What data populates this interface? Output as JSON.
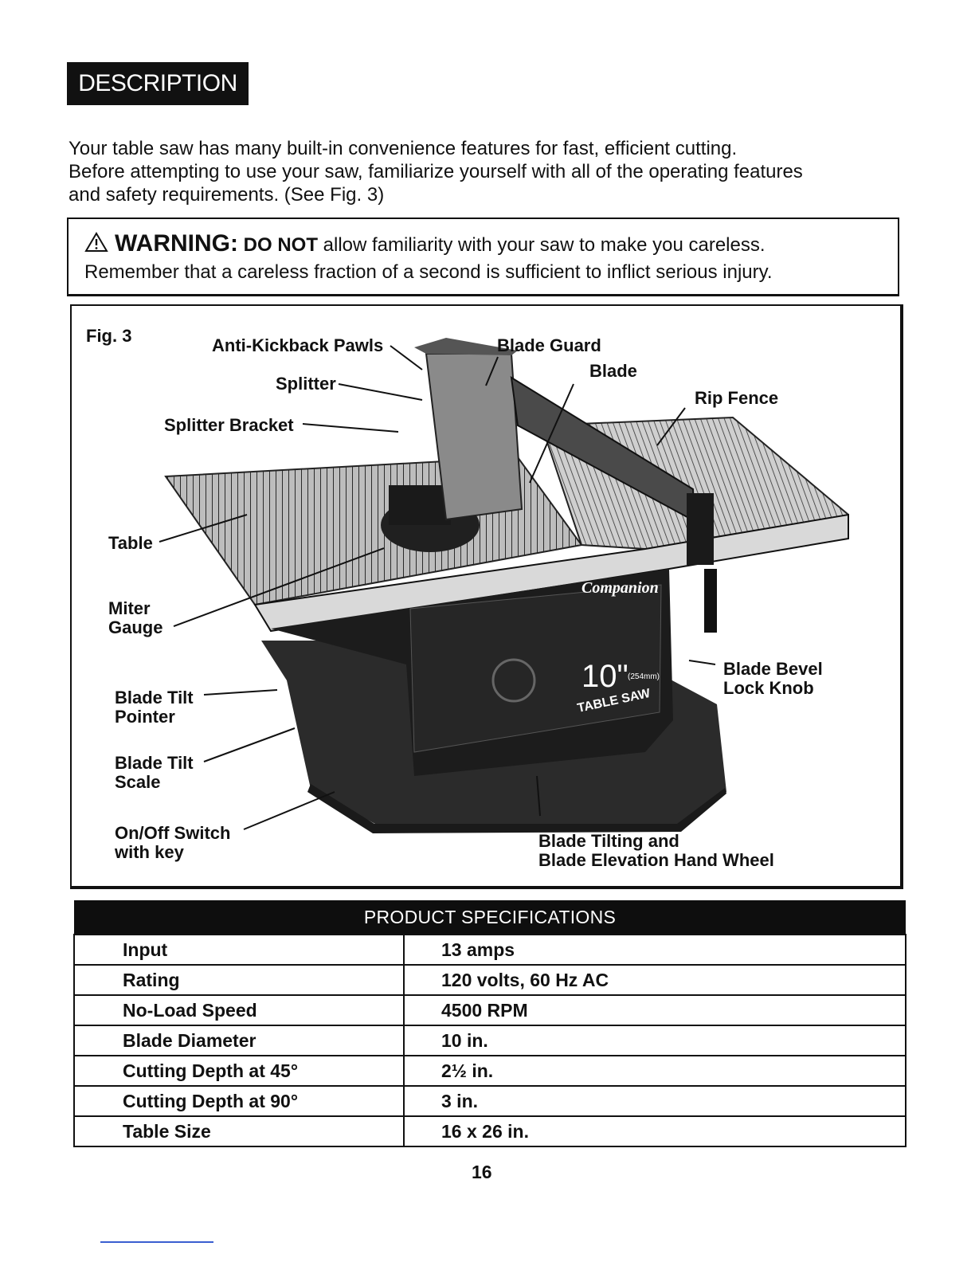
{
  "header": {
    "title": "DESCRIPTION"
  },
  "intro": {
    "line1": "Your table saw has many built-in convenience features for fast, efficient cutting.",
    "line2": "Before attempting to use your saw, familiarize yourself with all of the operating features",
    "line3": "and safety requirements. (See Fig. 3)"
  },
  "warning": {
    "heading": "WARNING:",
    "emphasis": "DO NOT",
    "line1_rest": " allow familiarity with your saw to make you careless.",
    "line2": "Remember that a careless fraction of a second is sufficient to inflict serious injury."
  },
  "figure": {
    "number": "Fig. 3",
    "labels": {
      "anti_kickback_pawls": "Anti-Kickback Pawls",
      "blade_guard": "Blade Guard",
      "blade": "Blade",
      "splitter": "Splitter",
      "rip_fence": "Rip Fence",
      "splitter_bracket": "Splitter Bracket",
      "table": "Table",
      "miter_gauge_1": "Miter",
      "miter_gauge_2": "Gauge",
      "blade_bevel_1": "Blade Bevel",
      "blade_bevel_2": "Lock Knob",
      "blade_tilt_pointer_1": "Blade Tilt",
      "blade_tilt_pointer_2": "Pointer",
      "blade_tilt_scale_1": "Blade Tilt",
      "blade_tilt_scale_2": "Scale",
      "onoff_1": "On/Off Switch",
      "onoff_2": "with key",
      "hand_wheel_1": "Blade Tilting and",
      "hand_wheel_2": "Blade Elevation Hand Wheel"
    },
    "product_brand": "Companion",
    "product_size": "10\"",
    "product_metric": "(254mm)",
    "product_name": "TABLE SAW"
  },
  "specs": {
    "title": "PRODUCT SPECIFICATIONS",
    "rows": [
      {
        "label": "Input",
        "value": "13 amps"
      },
      {
        "label": "Rating",
        "value": "120 volts, 60 Hz AC"
      },
      {
        "label": "No-Load Speed",
        "value": "4500 RPM"
      },
      {
        "label": "Blade Diameter",
        "value": "10 in."
      },
      {
        "label": "Cutting Depth at 45°",
        "value": "2½ in."
      },
      {
        "label": "Cutting Depth at 90°",
        "value": "3 in."
      },
      {
        "label": "Table Size",
        "value": "16 x 26 in."
      }
    ]
  },
  "page": {
    "number": "16"
  }
}
